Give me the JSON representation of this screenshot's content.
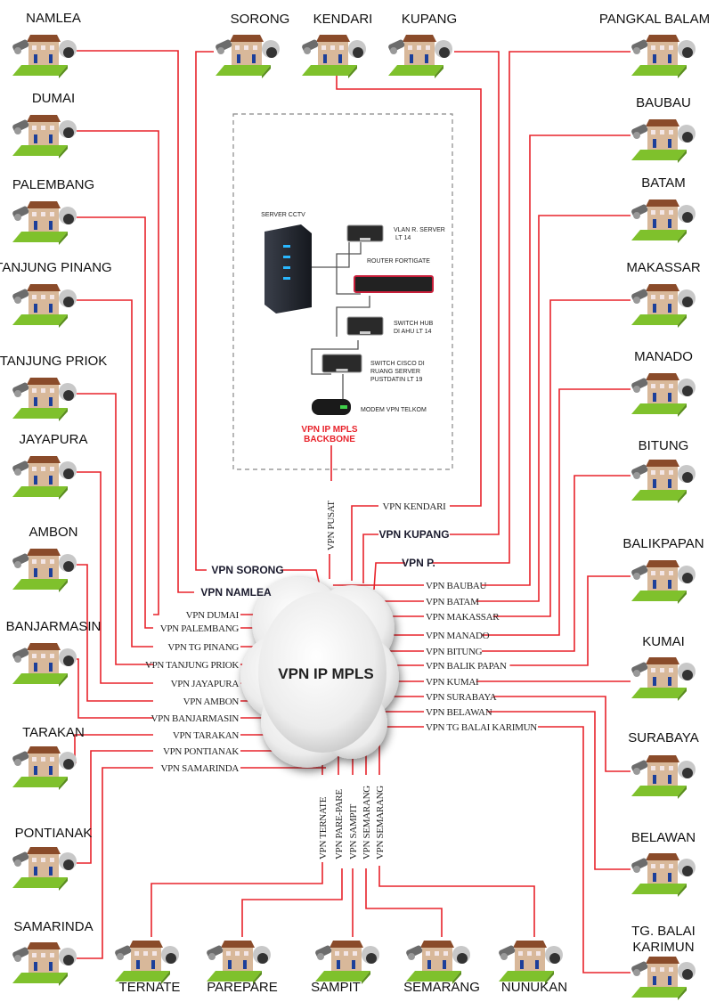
{
  "colors": {
    "wire": "#e8232b",
    "backbone_label": "#e8232b",
    "ground": "#7fc12c",
    "roof": "#8a4b2a"
  },
  "center": {
    "server_label": "SERVER CCTV",
    "vlan_label_1": "VLAN R. SERVER",
    "vlan_label_2": "LT 14",
    "router_label": "ROUTER FORTIGATE",
    "switch_hub_1": "SWITCH HUB",
    "switch_hub_2": "DI AHU LT 14",
    "switch_cisco_1": "SWITCH CISCO DI",
    "switch_cisco_2": "RUANG SERVER",
    "switch_cisco_3": "PUSTDATIN LT 19",
    "modem_label": "MODEM VPN TELKOM",
    "backbone_1": "VPN IP MPLS",
    "backbone_2": "BACKBONE",
    "vpn_pusat": "VPN PUSAT"
  },
  "cloud_label": "VPN IP MPLS",
  "sites_left": [
    {
      "name": "NAMLEA",
      "vpn": "VPN NAMLEA"
    },
    {
      "name": "DUMAI",
      "vpn": "VPN DUMAI"
    },
    {
      "name": "PALEMBANG",
      "vpn": "VPN PALEMBANG"
    },
    {
      "name": "TANJUNG PINANG",
      "vpn": "VPN TG PINANG"
    },
    {
      "name": "TANJUNG PRIOK",
      "vpn": "VPN TANJUNG PRIOK"
    },
    {
      "name": "JAYAPURA",
      "vpn": "VPN JAYAPURA"
    },
    {
      "name": "AMBON",
      "vpn": "VPN AMBON"
    },
    {
      "name": "BANJARMASIN",
      "vpn": "VPN BANJARMASIN"
    },
    {
      "name": "TARAKAN",
      "vpn": "VPN TARAKAN"
    },
    {
      "name": "PONTIANAK",
      "vpn": "VPN PONTIANAK"
    },
    {
      "name": "SAMARINDA",
      "vpn": "VPN SAMARINDA"
    }
  ],
  "sites_right": [
    {
      "name": "BAUBAU",
      "vpn": "VPN BAUBAU"
    },
    {
      "name": "BATAM",
      "vpn": "VPN BATAM"
    },
    {
      "name": "MAKASSAR",
      "vpn": "VPN MAKASSAR"
    },
    {
      "name": "MANADO",
      "vpn": "VPN MANADO"
    },
    {
      "name": "BITUNG",
      "vpn": "VPN BITUNG"
    },
    {
      "name": "BALIKPAPAN",
      "vpn": "VPN BALIK PAPAN"
    },
    {
      "name": "KUMAI",
      "vpn": "VPN KUMAI"
    },
    {
      "name": "SURABAYA",
      "vpn": "VPN SURABAYA"
    },
    {
      "name": "BELAWAN",
      "vpn": "VPN BELAWAN"
    },
    {
      "name": "TG. BALAI KARIMUN",
      "name_line1": "TG. BALAI",
      "name_line2": "KARIMUN",
      "vpn": "VPN TG BALAI KARIMUN"
    }
  ],
  "sites_top": [
    {
      "name": "SORONG",
      "vpn": "VPN SORONG"
    },
    {
      "name": "KENDARI",
      "vpn": "VPN KENDARI"
    },
    {
      "name": "KUPANG",
      "vpn": "VPN KUPANG"
    },
    {
      "name": "PANGKAL BALAM",
      "vpn": "VPN P."
    }
  ],
  "sites_bottom": [
    {
      "name": "TERNATE",
      "vpn": "VPN TERNATE"
    },
    {
      "name": "PAREPARE",
      "vpn": "VPN PARE-PARE"
    },
    {
      "name": "SAMPIT",
      "vpn": "VPN SAMPIT"
    },
    {
      "name": "SEMARANG",
      "vpn": "VPN SEMARANG"
    },
    {
      "name": "NUNUKAN",
      "vpn": "VPN SEMARANG"
    }
  ]
}
